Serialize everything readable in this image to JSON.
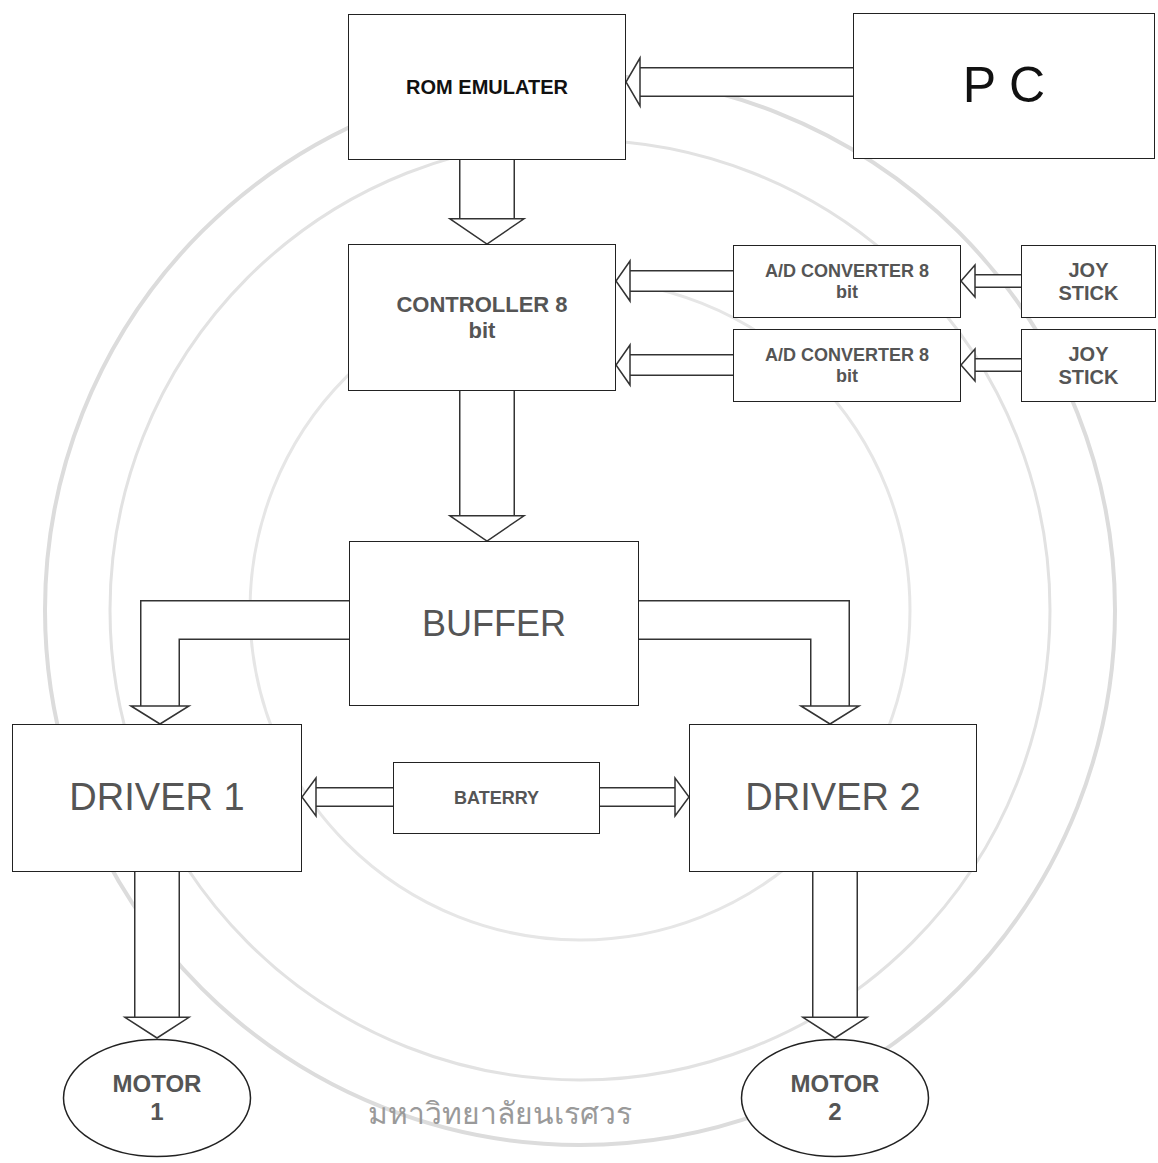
{
  "diagram": {
    "nodes": [
      {
        "text": [
          "ROM EMULATER"
        ]
      },
      {
        "text": [
          "P C"
        ]
      },
      {
        "text": [
          "CONTROLLER 8 bit"
        ]
      },
      {
        "text": [
          "A/D CONVERTER 8 bit"
        ]
      },
      {
        "text": [
          "JOY STICK"
        ]
      },
      {
        "text": [
          "A/D CONVERTER 8 bit"
        ]
      },
      {
        "text": [
          "JOY STICK"
        ]
      },
      {
        "text": [
          "BUFFER"
        ]
      },
      {
        "text": [
          "DRIVER 1"
        ]
      },
      {
        "text": [
          "BATERRY"
        ]
      },
      {
        "text": [
          "DRIVER 2"
        ]
      },
      {
        "text": [
          "MOTOR 1"
        ]
      },
      {
        "text": [
          "MOTOR 2"
        ]
      }
    ],
    "edges": [
      {
        "from": 1,
        "to": 0,
        "arrow": "to"
      },
      {
        "from": 0,
        "to": 2,
        "arrow": "to"
      },
      {
        "from": 4,
        "to": 3,
        "arrow": "to"
      },
      {
        "from": 3,
        "to": 2,
        "arrow": "to"
      },
      {
        "from": 6,
        "to": 5,
        "arrow": "to"
      },
      {
        "from": 5,
        "to": 2,
        "arrow": "to"
      },
      {
        "from": 2,
        "to": 7,
        "arrow": "to"
      },
      {
        "from": 7,
        "to": 8,
        "arrow": "to"
      },
      {
        "from": 7,
        "to": 10,
        "arrow": "to"
      },
      {
        "from": 9,
        "to": 8,
        "arrow": "to"
      },
      {
        "from": 9,
        "to": 10,
        "arrow": "to"
      },
      {
        "from": 8,
        "to": 11,
        "arrow": "to"
      },
      {
        "from": 10,
        "to": 12,
        "arrow": "to"
      }
    ],
    "labels": [
      "มหาวิทยาลัยนเรศวร"
    ]
  }
}
